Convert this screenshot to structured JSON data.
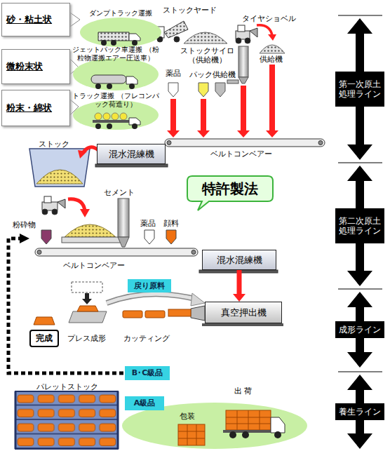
{
  "diagram": {
    "nodes": [
      {
        "text": [
          "砂・粘土状"
        ]
      },
      {
        "text": [
          "微粉末状"
        ]
      },
      {
        "text": [
          "粉末・綿状"
        ]
      },
      {
        "text": [
          "ダンプトラック運搬"
        ]
      },
      {
        "text": [
          "ジェットパック車運搬 （粉粒物運搬エアー圧送車）"
        ]
      },
      {
        "text": [
          "トラック運搬 （フレコンパック荷造り）"
        ]
      },
      {
        "text": [
          "混水混練機"
        ]
      },
      {
        "text": [
          "特許製法"
        ]
      },
      {
        "text": [
          "混水混練機"
        ]
      },
      {
        "text": [
          "戻り原料"
        ]
      },
      {
        "text": [
          "真空押出機"
        ]
      },
      {
        "text": [
          "完成"
        ]
      },
      {
        "text": [
          "B･C級品"
        ]
      },
      {
        "text": [
          "A級品"
        ]
      },
      {
        "text": [
          "包装",
          "出 荷"
        ]
      },
      {
        "text": [
          "第一次原土 処理ライン"
        ]
      },
      {
        "text": [
          "第二次原土 処理ライン"
        ]
      },
      {
        "text": [
          "成形ライン"
        ]
      },
      {
        "text": [
          "養生ライン"
        ]
      }
    ],
    "edges": [
      {
        "from": 8,
        "to": 10,
        "arrow": "to"
      }
    ],
    "labels": [
      "ストックヤード",
      "タイヤショベル",
      "ストックサイロ （供給機）",
      "供給機",
      "薬品",
      "パック供給機",
      "ベルトコンベアー",
      "ストック",
      "セメント",
      "薬品",
      "顔料",
      "粉砕物",
      "ベルトコンベアー",
      "プレス成形",
      "カッティング",
      "パレットストック"
    ]
  }
}
